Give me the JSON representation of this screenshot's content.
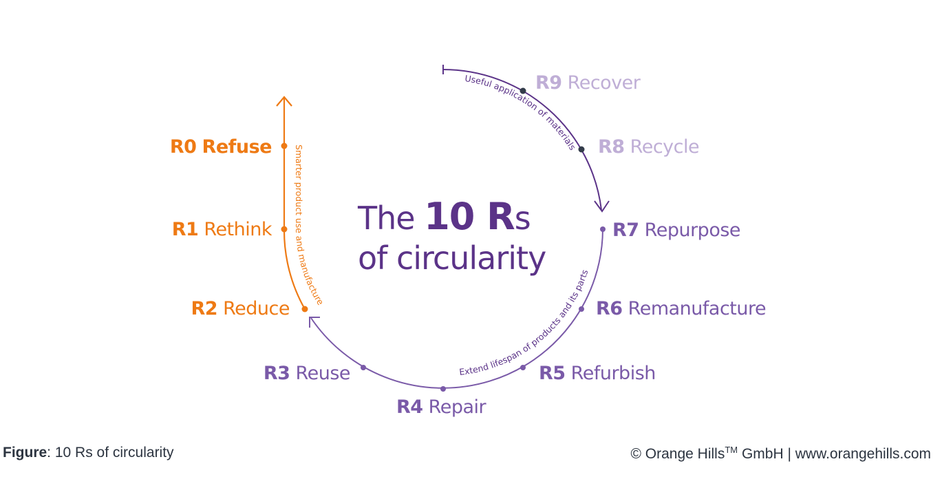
{
  "colors": {
    "orange": "#ee7a14",
    "purple": "#5b3388",
    "purple_label": "#7a5aa8",
    "light_purple": "#bfaed6",
    "dot_dark": "#333c4a"
  },
  "title": {
    "line1_pre": "The",
    "line1_num": "10 R",
    "line1_suffix": "s",
    "line2": "of circularity"
  },
  "items": [
    {
      "code": "R0",
      "name": "Refuse"
    },
    {
      "code": "R1",
      "name": "Rethink"
    },
    {
      "code": "R2",
      "name": "Reduce"
    },
    {
      "code": "R3",
      "name": "Reuse"
    },
    {
      "code": "R4",
      "name": "Repair"
    },
    {
      "code": "R5",
      "name": "Refurbish"
    },
    {
      "code": "R6",
      "name": "Remanufacture"
    },
    {
      "code": "R7",
      "name": "Repurpose"
    },
    {
      "code": "R8",
      "name": "Recycle"
    },
    {
      "code": "R9",
      "name": "Recover"
    }
  ],
  "groups": {
    "smarter": "Smarter product use and manufacture",
    "extend": "Extend lifespan of products and its parts",
    "useful": "Useful application of materials"
  },
  "footer": {
    "figure_label": "Figure",
    "figure_text": ": 10 Rs of circularity",
    "copyright": "© Orange Hills",
    "tm": "TM",
    "company": " GmbH | www.orangehills.com"
  }
}
